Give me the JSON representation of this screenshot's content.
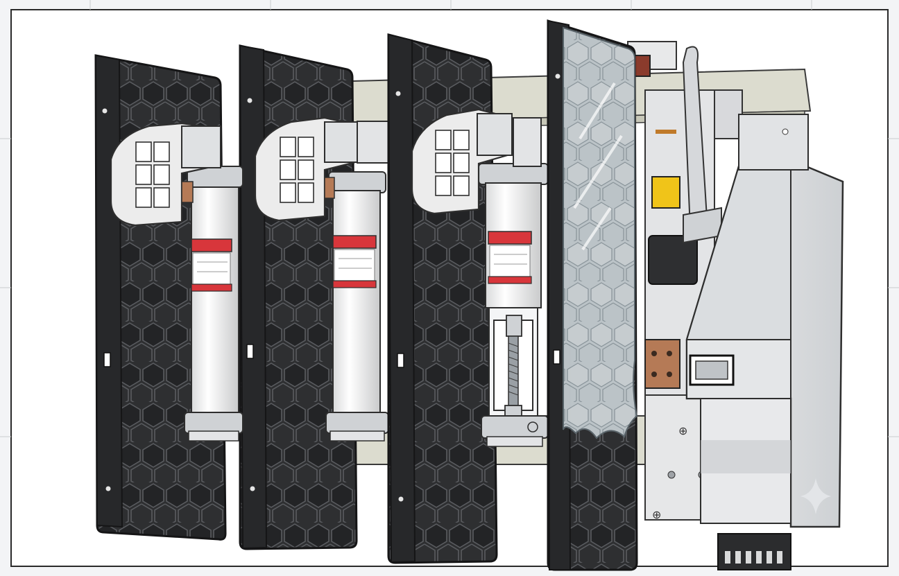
{
  "image": {
    "subject": "switch-disconnector-with-fuse-holders-and-arc-chute-plates",
    "poles": [
      {
        "id": "pole-1",
        "fuse": "fuse-cartridge"
      },
      {
        "id": "pole-2",
        "fuse": "fuse-cartridge"
      },
      {
        "id": "pole-3",
        "fuse": "fuse-cartridge-cutaway"
      }
    ],
    "colors": {
      "plate": "#2b2c2e",
      "plate_outline": "#151516",
      "fuse_body": "#eceded",
      "fuse_band": "#d8363b",
      "frame": "#dcdccf",
      "housing": "#d6d8db",
      "shield": "#c9d2d6",
      "coil": "#f0c419",
      "copper": "#b57a56",
      "background": "#f3f4f6"
    },
    "icons": [
      "sparkle-icon"
    ]
  }
}
